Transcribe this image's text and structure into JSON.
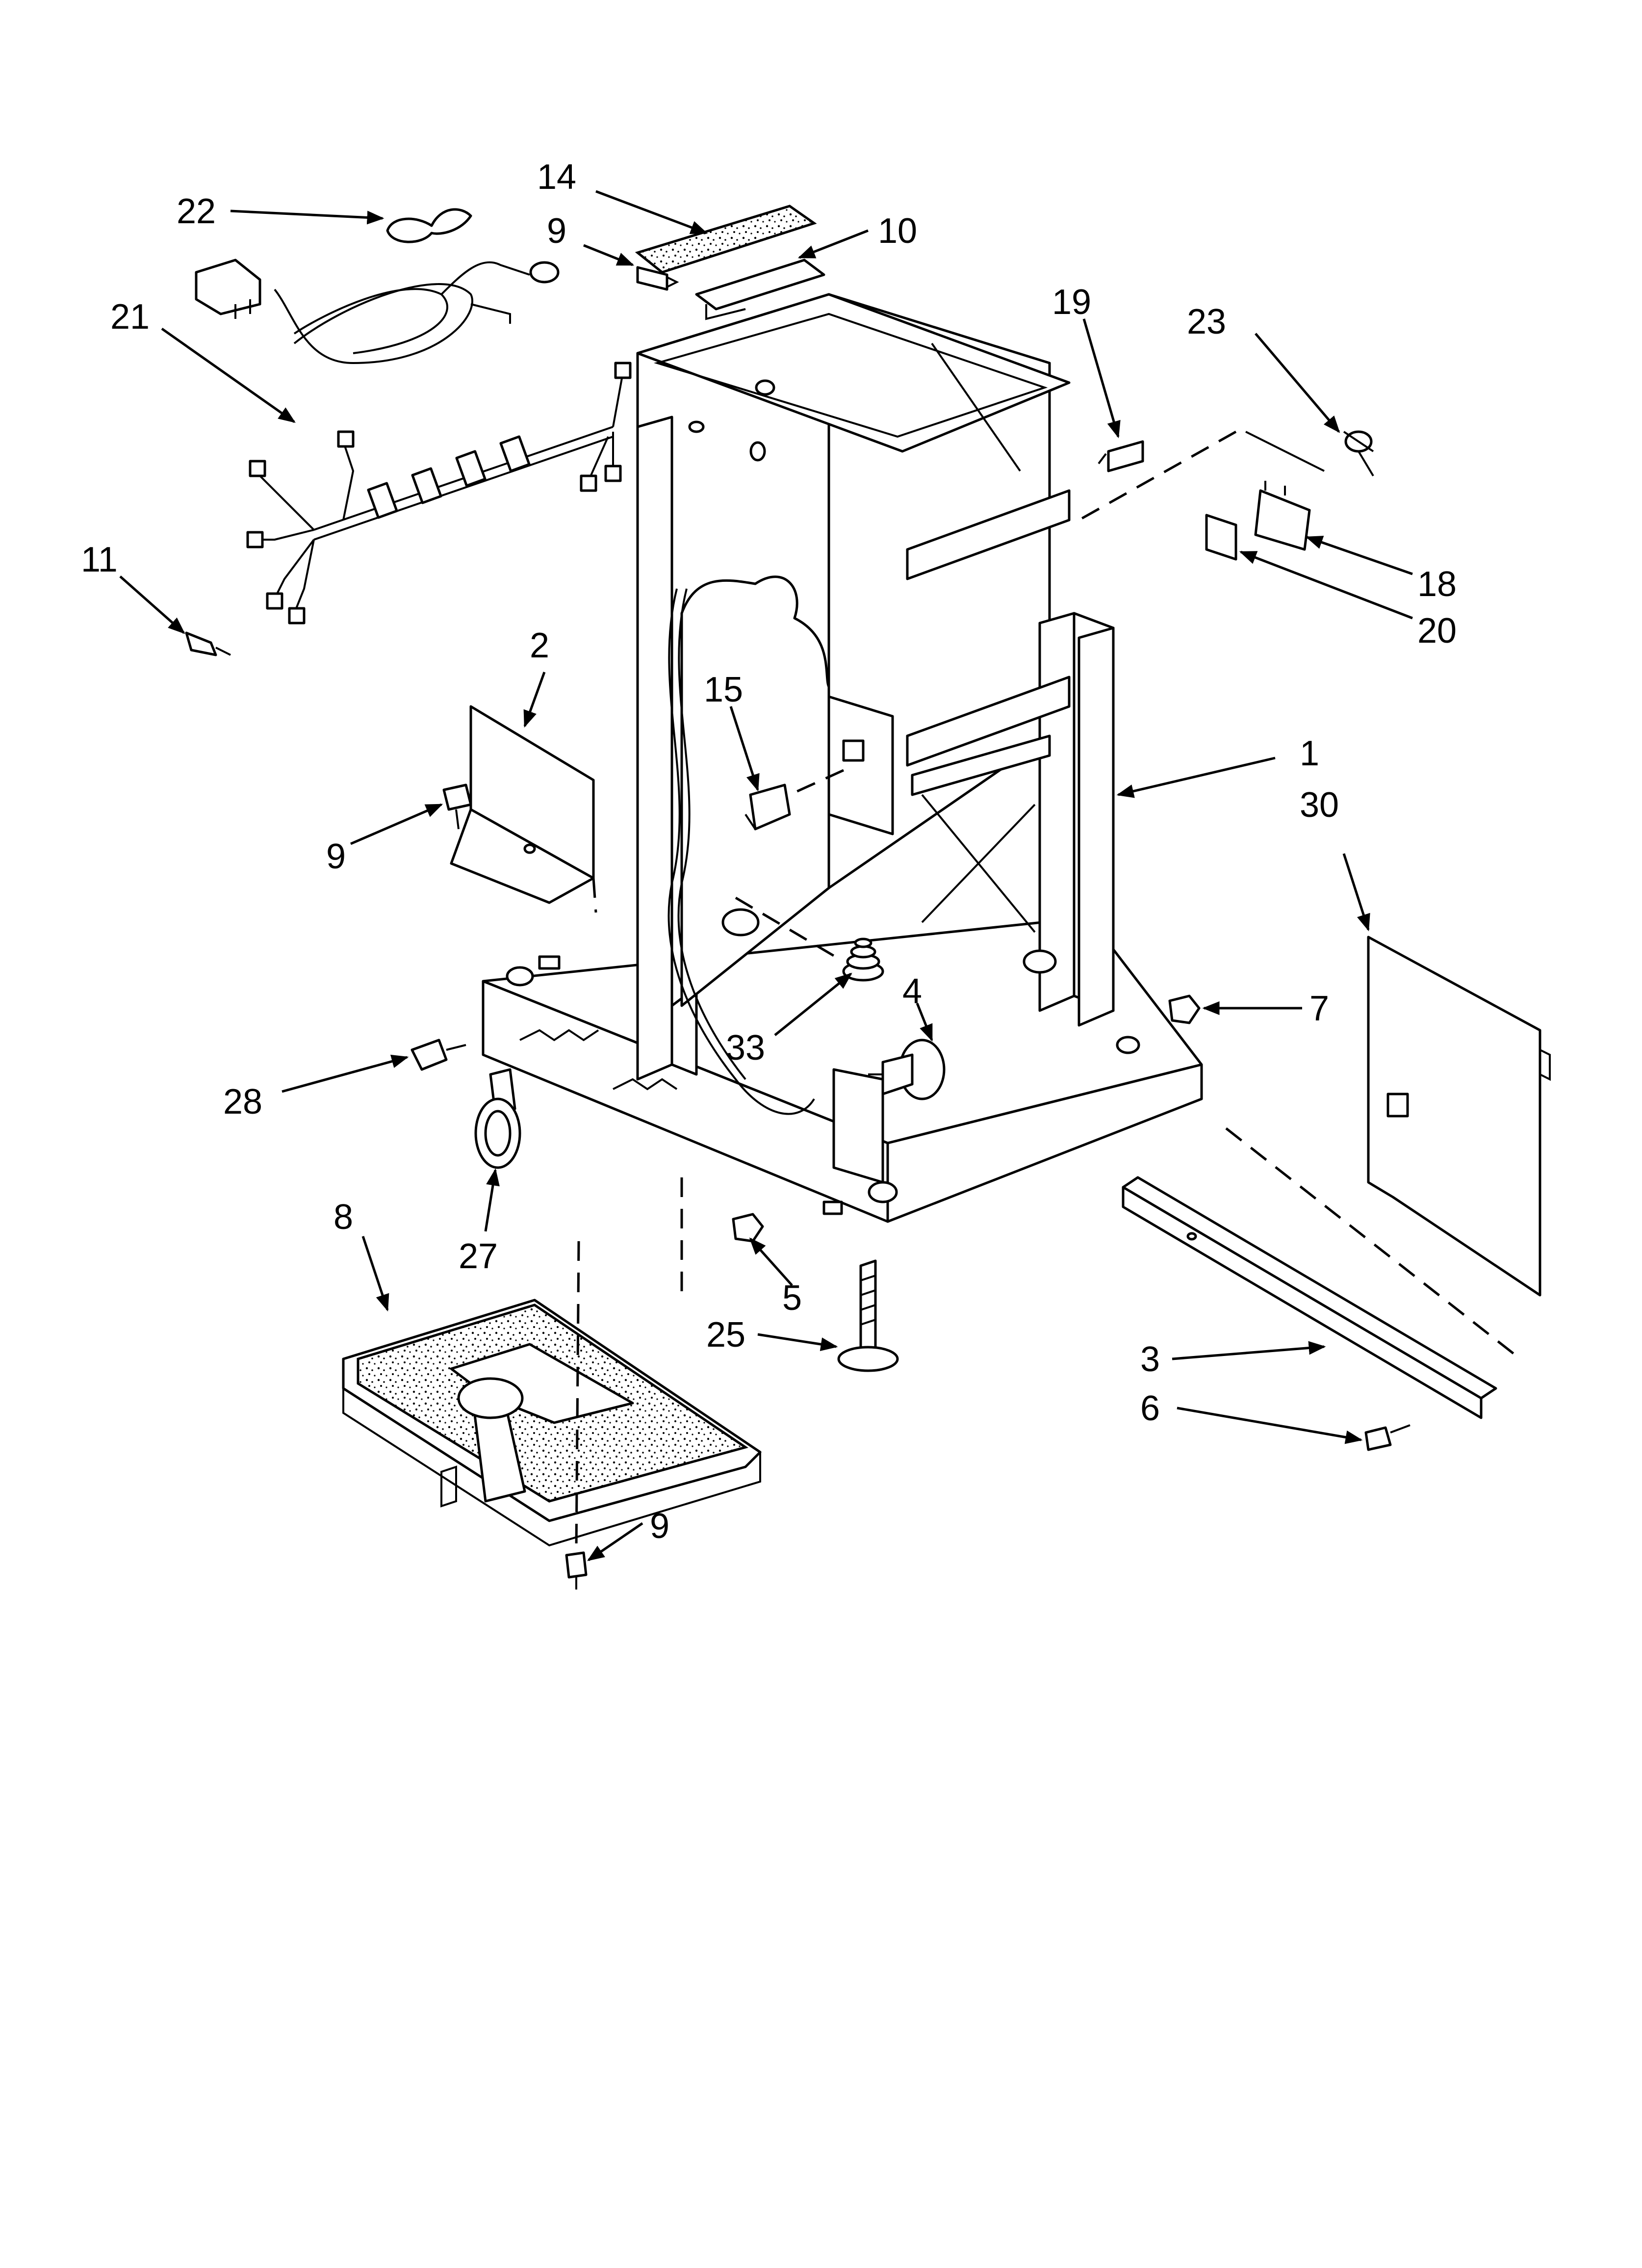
{
  "diagram": {
    "callouts": {
      "c1": "1",
      "c2": "2",
      "c3": "3",
      "c4": "4",
      "c5": "5",
      "c6": "6",
      "c7": "7",
      "c8": "8",
      "c9a": "9",
      "c9b": "9",
      "c9c": "9",
      "c10": "10",
      "c11": "11",
      "c14": "14",
      "c15": "15",
      "c18": "18",
      "c19": "19",
      "c20": "20",
      "c21": "21",
      "c22": "22",
      "c23": "23",
      "c25": "25",
      "c27": "27",
      "c28": "28",
      "c30": "30",
      "c33": "33"
    },
    "colors": {
      "line": "#000000",
      "background": "#ffffff"
    }
  }
}
